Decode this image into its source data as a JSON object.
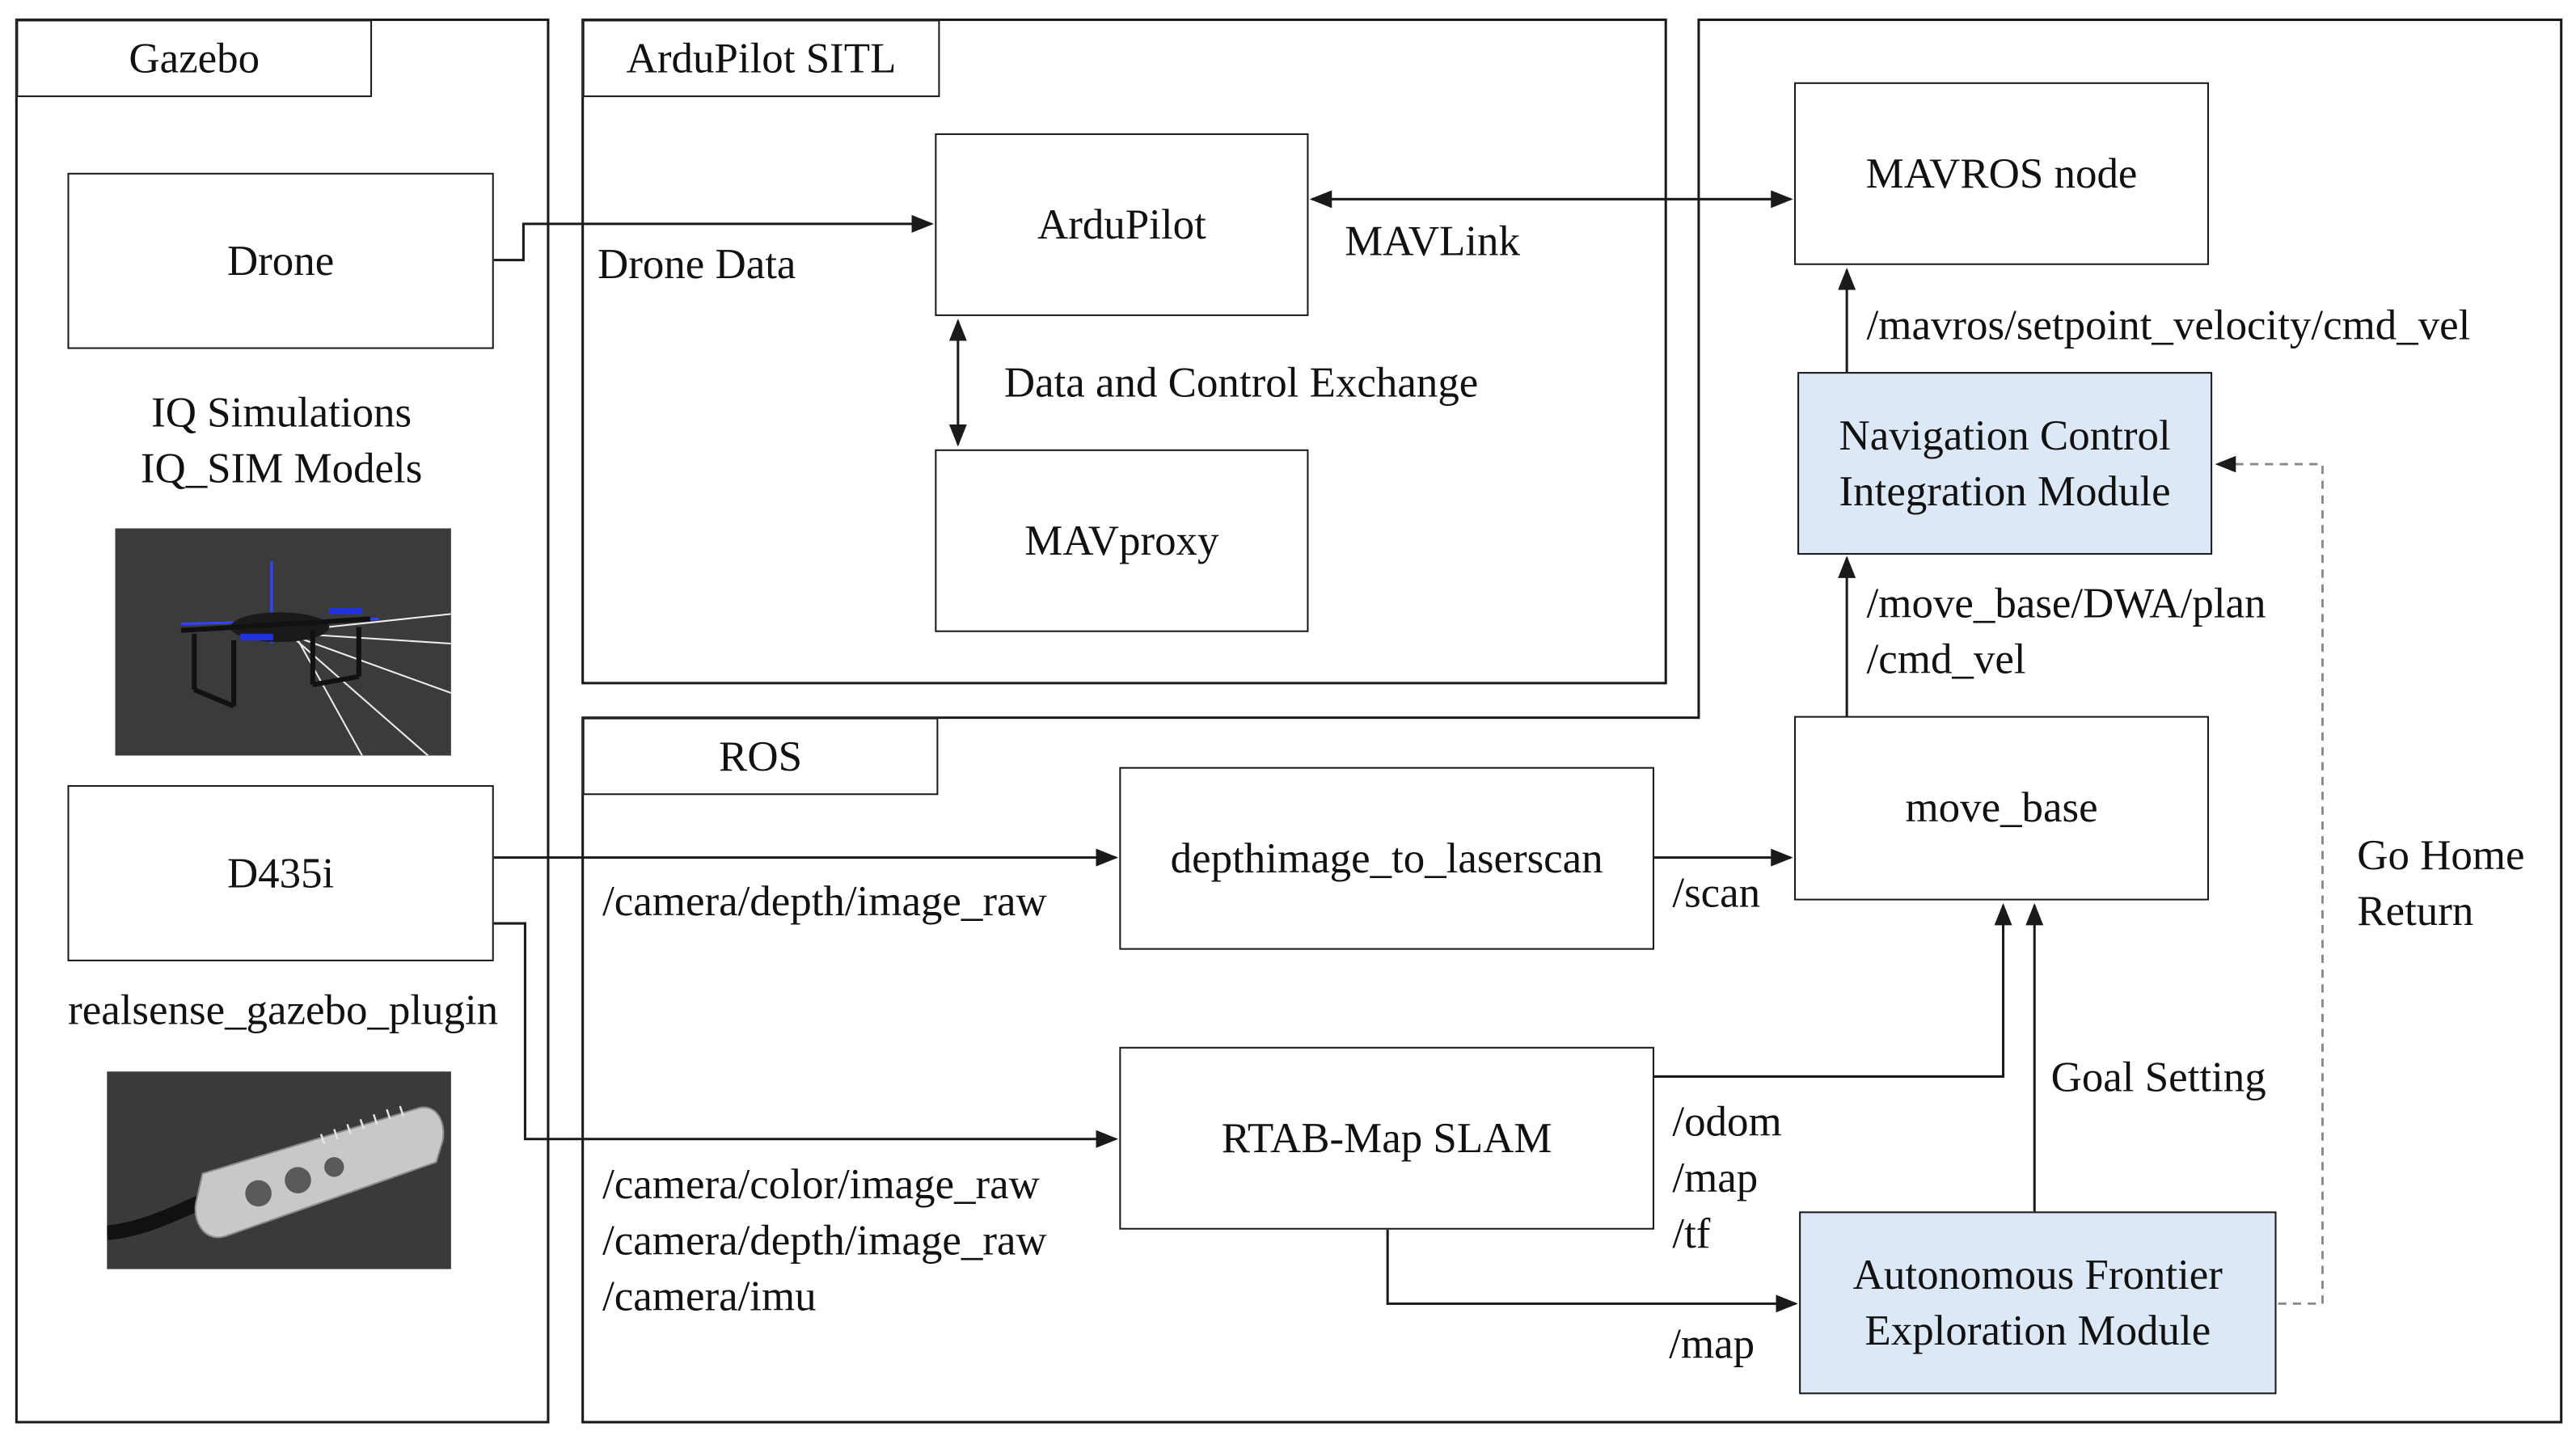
{
  "panels": {
    "gazebo": "Gazebo",
    "sitl": "ArduPilot SITL",
    "ros": "ROS"
  },
  "nodes": {
    "drone": "Drone",
    "ardupilot": "ArduPilot",
    "mavproxy": "MAVproxy",
    "mavros": "MAVROS node",
    "d435i": "D435i",
    "depth_to_scan": "depthimage_to_laserscan",
    "move_base": "move_base",
    "rtab": "RTAB-Map SLAM",
    "nav_module": [
      "Navigation Control",
      "Integration Module"
    ],
    "explore_module": [
      "Autonomous Frontier",
      "Exploration Module"
    ]
  },
  "labels": {
    "iq": [
      "IQ Simulations",
      "IQ_SIM Models"
    ],
    "realsense": "realsense_gazebo_plugin",
    "drone_data": "Drone Data",
    "mavlink": "MAVLink",
    "exchange": "Data and Control Exchange",
    "setpoint": "/mavros/setpoint_velocity/cmd_vel",
    "plan": [
      "/move_base/DWA/plan",
      "/cmd_vel"
    ],
    "depth_raw": "/camera/depth/image_raw",
    "scan": "/scan",
    "rtab_topics": [
      "/camera/color/image_raw",
      "/camera/depth/image_raw",
      "/camera/imu"
    ],
    "rtab_out": [
      "/odom",
      "/map",
      "/tf"
    ],
    "map": "/map",
    "goal": "Goal Setting",
    "home": [
      "Go Home",
      "Return"
    ]
  },
  "icons": {
    "drone_model": "drone-render-icon",
    "camera_model": "realsense-camera-render-icon"
  },
  "colors": {
    "module_fill": "#dce8f5",
    "line": "#1a1a1a",
    "dashed": "#888888",
    "render_bg": "#3a3a3a"
  }
}
